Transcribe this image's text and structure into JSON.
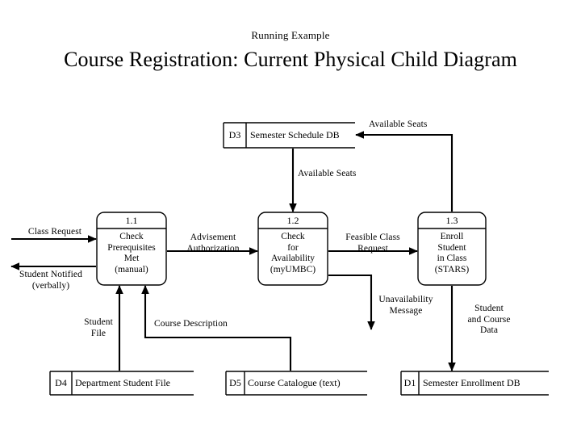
{
  "header": {
    "subtitle": "Running Example",
    "title": "Course Registration: Current Physical Child Diagram"
  },
  "diagram": {
    "type": "data-flow-diagram",
    "notation": "Gane-Sarson / DeMarco physical DFD",
    "processes": [
      {
        "id": "1.1",
        "number": "1.1",
        "name_lines": [
          "Check",
          "Prerequisites",
          "Met",
          "(manual)"
        ],
        "name": "Check Prerequisites Met (manual)"
      },
      {
        "id": "1.2",
        "number": "1.2",
        "name_lines": [
          "Check",
          "for",
          "Availability",
          "(myUMBC)"
        ],
        "name": "Check for Availability (myUMBC)"
      },
      {
        "id": "1.3",
        "number": "1.3",
        "name_lines": [
          "Enroll",
          "Student",
          "in Class",
          "(STARS)"
        ],
        "name": "Enroll Student in Class (STARS)"
      }
    ],
    "data_stores": [
      {
        "id": "D3",
        "name": "Semester Schedule DB"
      },
      {
        "id": "D4",
        "name": "Department Student File"
      },
      {
        "id": "D5",
        "name": "Course Catalogue (text)"
      },
      {
        "id": "D1",
        "name": "Semester Enrollment DB"
      }
    ],
    "data_flows": [
      {
        "label": "Class Request",
        "label_lines": [
          "Class Request"
        ],
        "from": "external",
        "to": "1.1"
      },
      {
        "label": "Student Notified (verbally)",
        "label_lines": [
          "Student Notified",
          "(verbally)"
        ],
        "from": "1.1",
        "to": "external"
      },
      {
        "label": "Advisement Authorization",
        "label_lines": [
          "Advisement",
          "Authorization"
        ],
        "from": "1.1",
        "to": "1.2"
      },
      {
        "label": "Feasible Class Request",
        "label_lines": [
          "Feasible Class",
          "Request"
        ],
        "from": "1.2",
        "to": "1.3"
      },
      {
        "label": "Available Seats",
        "label_lines": [
          "Available Seats"
        ],
        "from": "D3",
        "to": "1.2"
      },
      {
        "label": "Available Seats",
        "label_lines": [
          "Available Seats"
        ],
        "from": "1.3",
        "to": "D3"
      },
      {
        "label": "Student File",
        "label_lines": [
          "Student",
          "File"
        ],
        "from": "D4",
        "to": "1.1"
      },
      {
        "label": "Course Description",
        "label_lines": [
          "Course Description"
        ],
        "from": "D5",
        "to": "1.1"
      },
      {
        "label": "Unavailability Message",
        "label_lines": [
          "Unavailability",
          "Message"
        ],
        "from": "1.2",
        "to": "external"
      },
      {
        "label": "Student and Course Data",
        "label_lines": [
          "Student",
          "and Course",
          "Data"
        ],
        "from": "1.3",
        "to": "D1"
      }
    ],
    "colors": {
      "stroke": "#000000",
      "background": "#ffffff",
      "text": "#000000"
    }
  }
}
